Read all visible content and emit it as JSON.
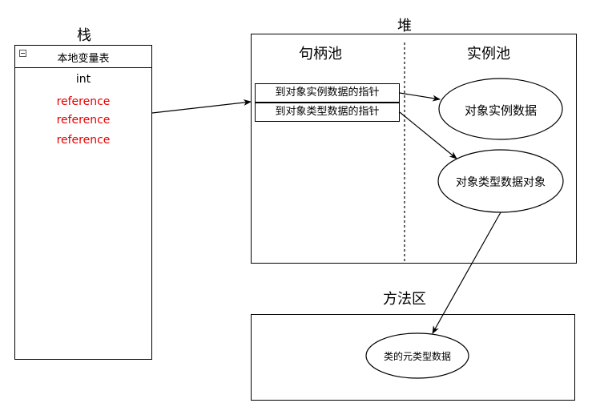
{
  "stack": {
    "title": "栈",
    "table_header": "本地变量表",
    "items": [
      {
        "text": "int",
        "color": "#000000"
      },
      {
        "text": "reference",
        "color": "#e60000"
      },
      {
        "text": "reference",
        "color": "#e60000"
      },
      {
        "text": "reference",
        "color": "#e60000"
      }
    ]
  },
  "heap": {
    "title": "堆",
    "handle_pool_title": "句柄池",
    "instance_pool_title": "实例池",
    "pointers": [
      "到对象实例数据的指针",
      "到对象类型数据的指针"
    ],
    "instance_data": "对象实例数据",
    "type_data": "对象类型数据对象"
  },
  "method_area": {
    "title": "方法区",
    "class_metadata": "类的元类型数据"
  }
}
